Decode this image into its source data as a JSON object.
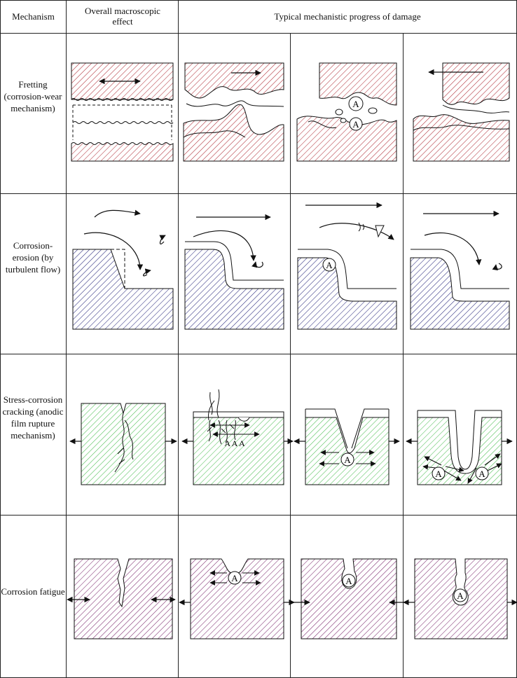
{
  "headers": {
    "mechanism": "Mechanism",
    "overall": "Overall macroscopic effect",
    "progress": "Typical mechanistic progress of damage"
  },
  "rows": [
    {
      "label": "Fretting (corrosion-wear mechanism)"
    },
    {
      "label": "Corrosion-erosion (by turbulent flow)"
    },
    {
      "label": "Stress-corrosion cracking (anodic film rupture mechanism)"
    },
    {
      "label": "Corrosion fatigue"
    }
  ],
  "anode_label": "A",
  "colors": {
    "fretting": "#b0313a",
    "erosion": "#2b2b7e",
    "scc": "#4fbf55",
    "fatigue": "#7c2a6e"
  }
}
